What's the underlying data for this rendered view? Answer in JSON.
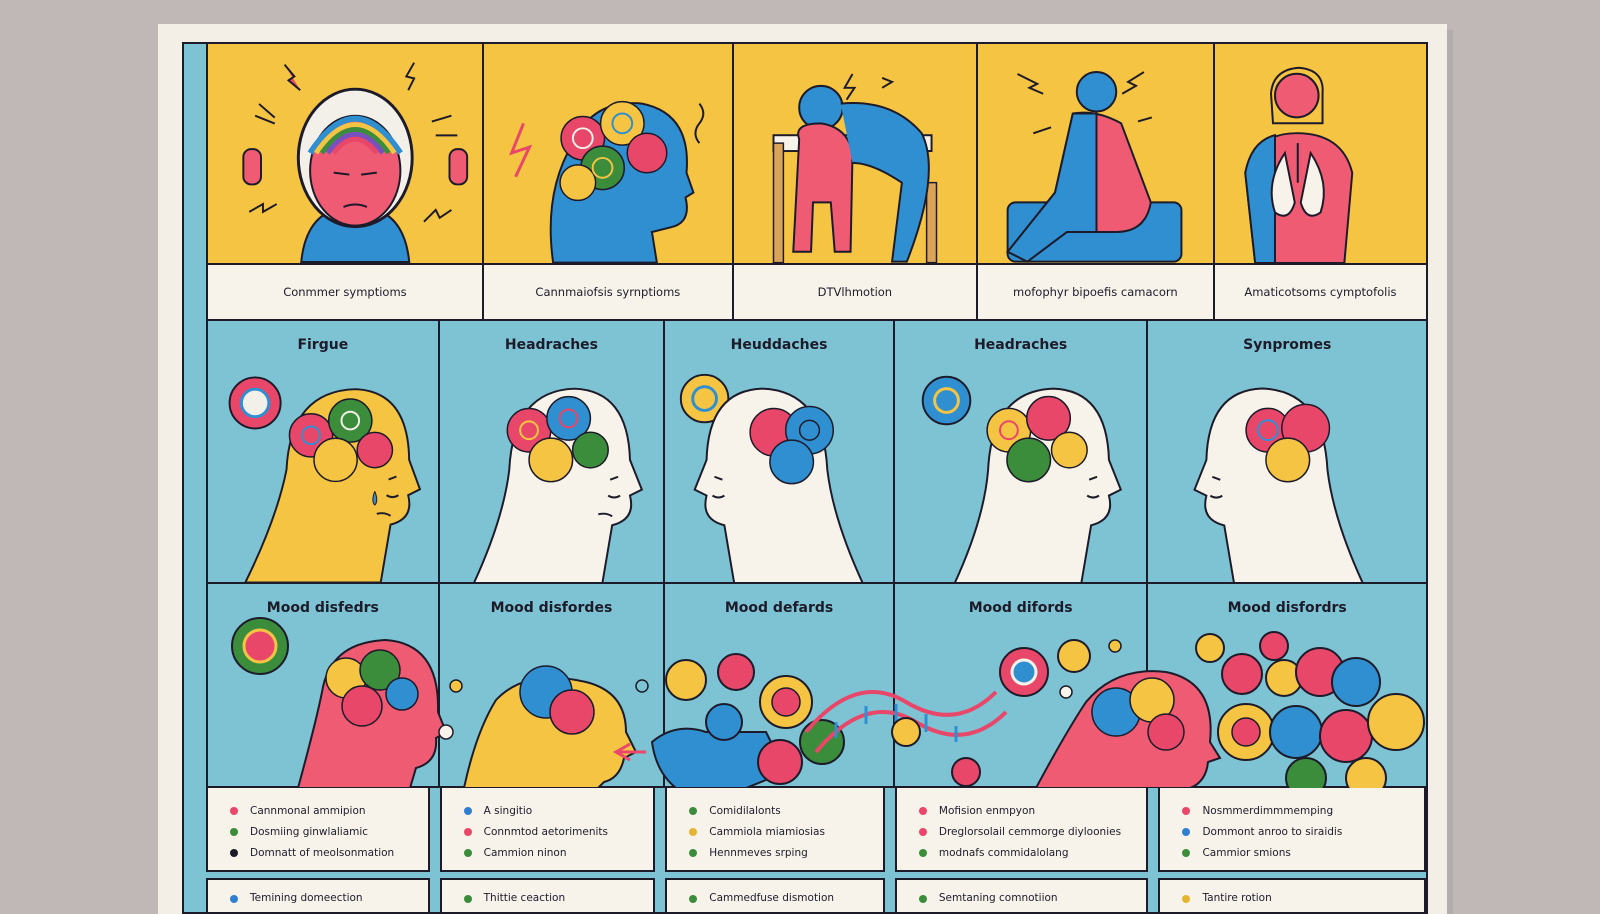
{
  "row1": {
    "captions": [
      "Conmmer symptioms",
      "Cannmaiofsis syrnptioms",
      "DTVlhmotion",
      "mofophyr bipoefis camacorn",
      "Amaticotsoms cymptofolis"
    ]
  },
  "row2": {
    "titles": [
      "Firgue",
      "Headraches",
      "Heuddaches",
      "Headraches",
      "Synpromes"
    ]
  },
  "row3": {
    "titles": [
      "Mood disfedrs",
      "Mood disfordes",
      "Mood defards",
      "Mood difords",
      "Mood disfordrs"
    ]
  },
  "row4": {
    "lists": [
      [
        {
          "text": "Cannmonal ammipion",
          "color": "#e8476a"
        },
        {
          "text": "Dosmiing ginwlaliamic",
          "color": "#3b8c3b"
        },
        {
          "text": "Domnatt of meolsonmation",
          "color": "#1d1b2a"
        }
      ],
      [
        {
          "text": "A singitio",
          "color": "#2f7fd1"
        },
        {
          "text": "Connmtod aetorimenits",
          "color": "#e8476a"
        },
        {
          "text": "Cammion ninon",
          "color": "#3b8c3b"
        }
      ],
      [
        {
          "text": "Comidilalonts",
          "color": "#3b8c3b"
        },
        {
          "text": "Cammiola miamiosias",
          "color": "#e6b52f"
        },
        {
          "text": "Hennmeves srping",
          "color": "#3b8c3b"
        }
      ],
      [
        {
          "text": "Mofision enmpyon",
          "color": "#e8476a"
        },
        {
          "text": "Dreglorsolail cemmorge diyloonies",
          "color": "#e8476a"
        },
        {
          "text": "modnafs commidalolang",
          "color": "#3b8c3b"
        }
      ],
      [
        {
          "text": "Nosmmerdimmmemping",
          "color": "#e8476a"
        },
        {
          "text": "Dommont anroo to siraidis",
          "color": "#2f7fd1"
        },
        {
          "text": "Cammior smions",
          "color": "#3b8c3b"
        }
      ]
    ]
  },
  "row5": {
    "items": [
      {
        "text": "Temining domeection",
        "color": "#2f7fd1"
      },
      {
        "text": "Thittie ceaction",
        "color": "#3b8c3b"
      },
      {
        "text": "Cammedfuse dismotion",
        "color": "#3b8c3b"
      },
      {
        "text": "Semtaning comnotiion",
        "color": "#3b8c3b"
      },
      {
        "text": "Tantire rotion",
        "color": "#e6b52f"
      }
    ]
  }
}
